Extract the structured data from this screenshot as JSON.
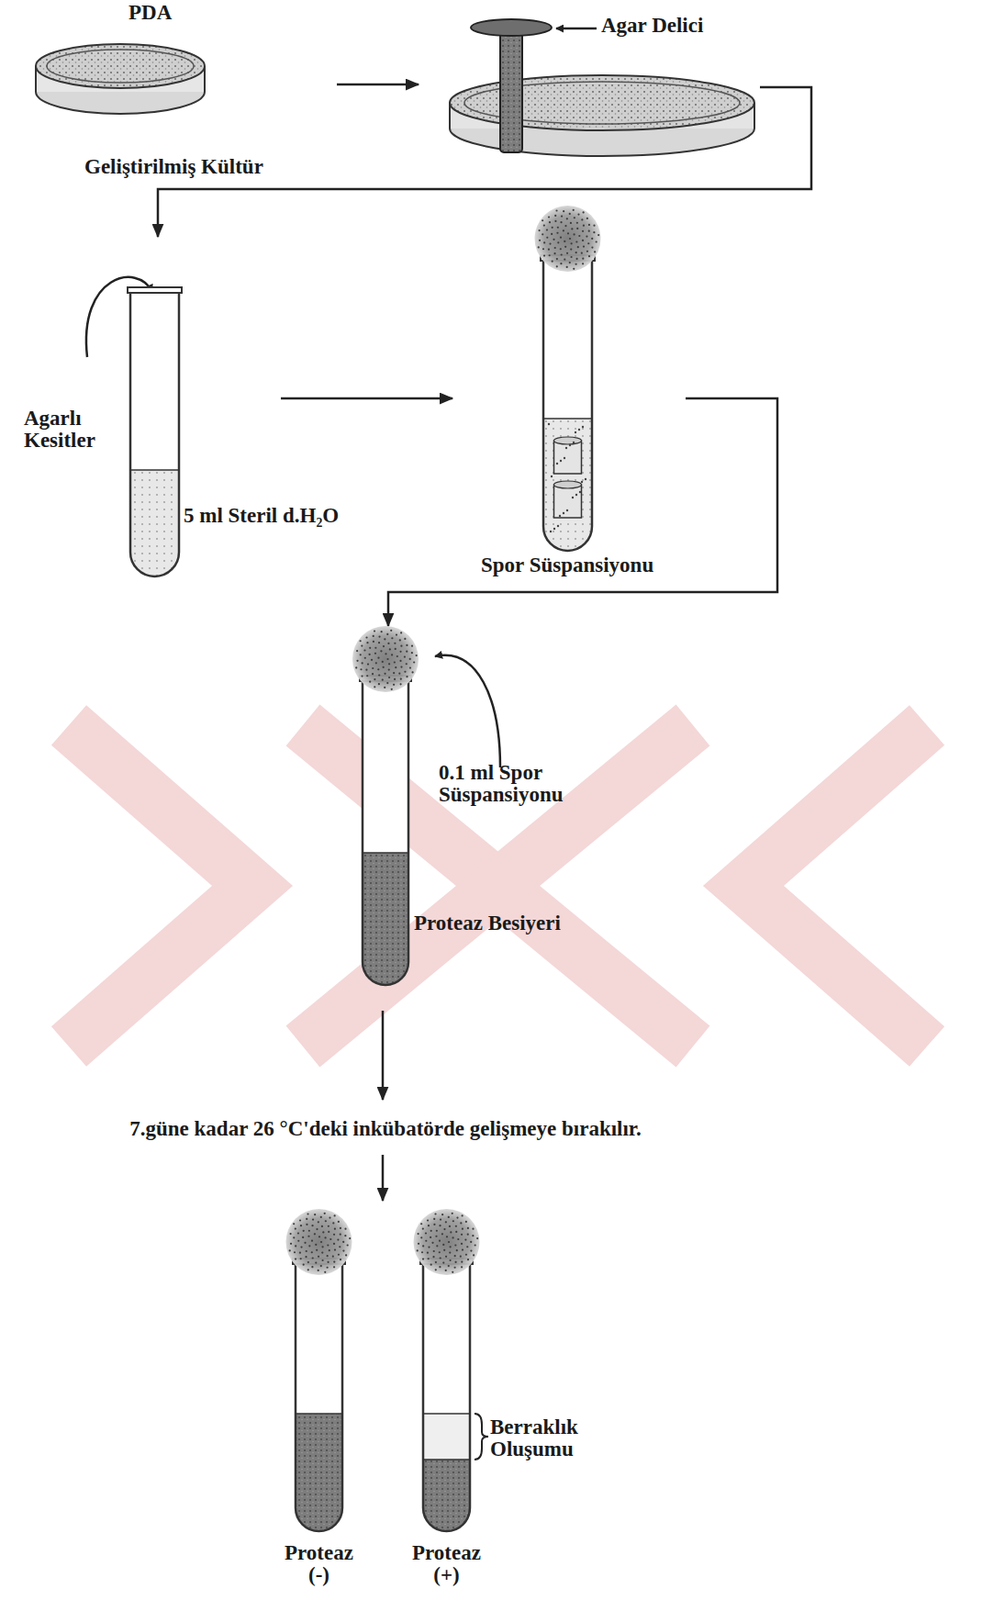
{
  "diagram": {
    "labels": [
      "PDA",
      "Agar Delici",
      "Geliştirilmiş Kültür",
      "Agarlı Kesitler",
      "5 ml Steril d.H₂O",
      "Spor Süspansiyonu",
      "0.1 ml Spor Süspansiyonu",
      "Proteaz Besiyeri",
      "7.güne kadar 26 °C'deki inkübatörde gelişmeye bırakılır.",
      "Berraklık Oluşumu",
      "Proteaz (-)",
      "Proteaz (+)"
    ]
  }
}
